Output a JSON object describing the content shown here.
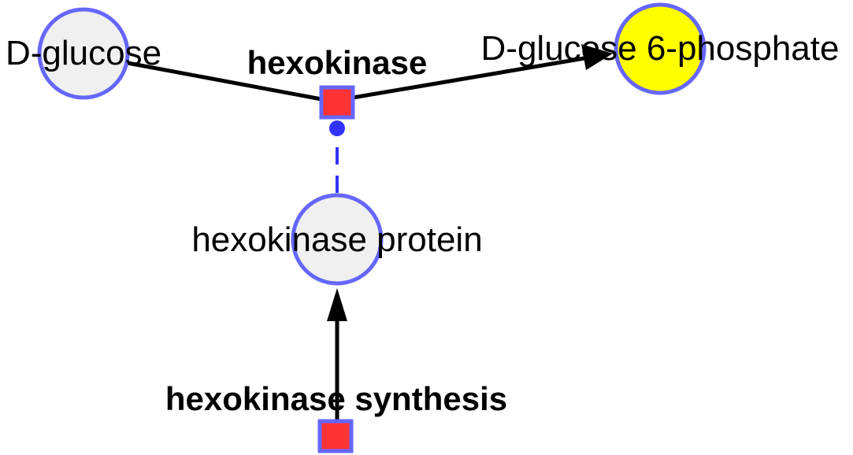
{
  "colors": {
    "node_stroke": "#6666ff",
    "node_fill": "#f0f0f0",
    "highlight_fill": "#ffff00",
    "reaction_fill": "#ff3333",
    "modifier_stroke": "#3333ff",
    "edge": "#000000"
  },
  "nodes": {
    "glucose": {
      "label": "D-glucose"
    },
    "g6p": {
      "label": "D-glucose 6-phosphate"
    },
    "protein": {
      "label": "hexokinase protein"
    }
  },
  "reactions": {
    "hexokinase": {
      "label": "hexokinase"
    },
    "synthesis": {
      "label": "hexokinase synthesis"
    }
  }
}
